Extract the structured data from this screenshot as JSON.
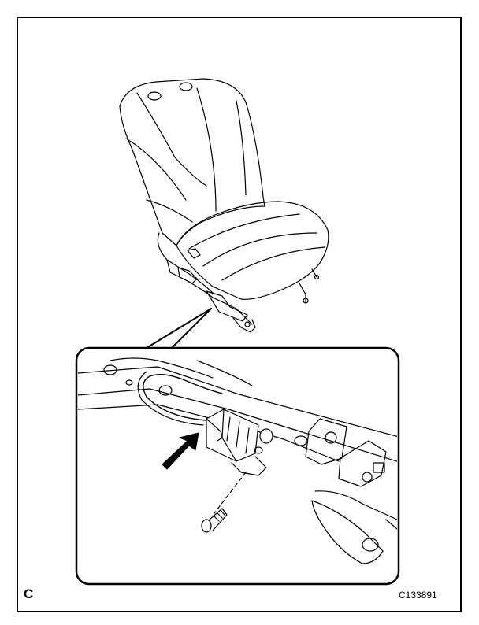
{
  "figure": {
    "corner_label": "C",
    "figure_code": "C133891",
    "arrow_color": "#000000",
    "line_color": "#000000"
  },
  "parts": {
    "seat": "seat-assembly",
    "sensor": "sensor-module",
    "bolt": "mounting-bolt",
    "rail": "seat-frame-rail"
  }
}
